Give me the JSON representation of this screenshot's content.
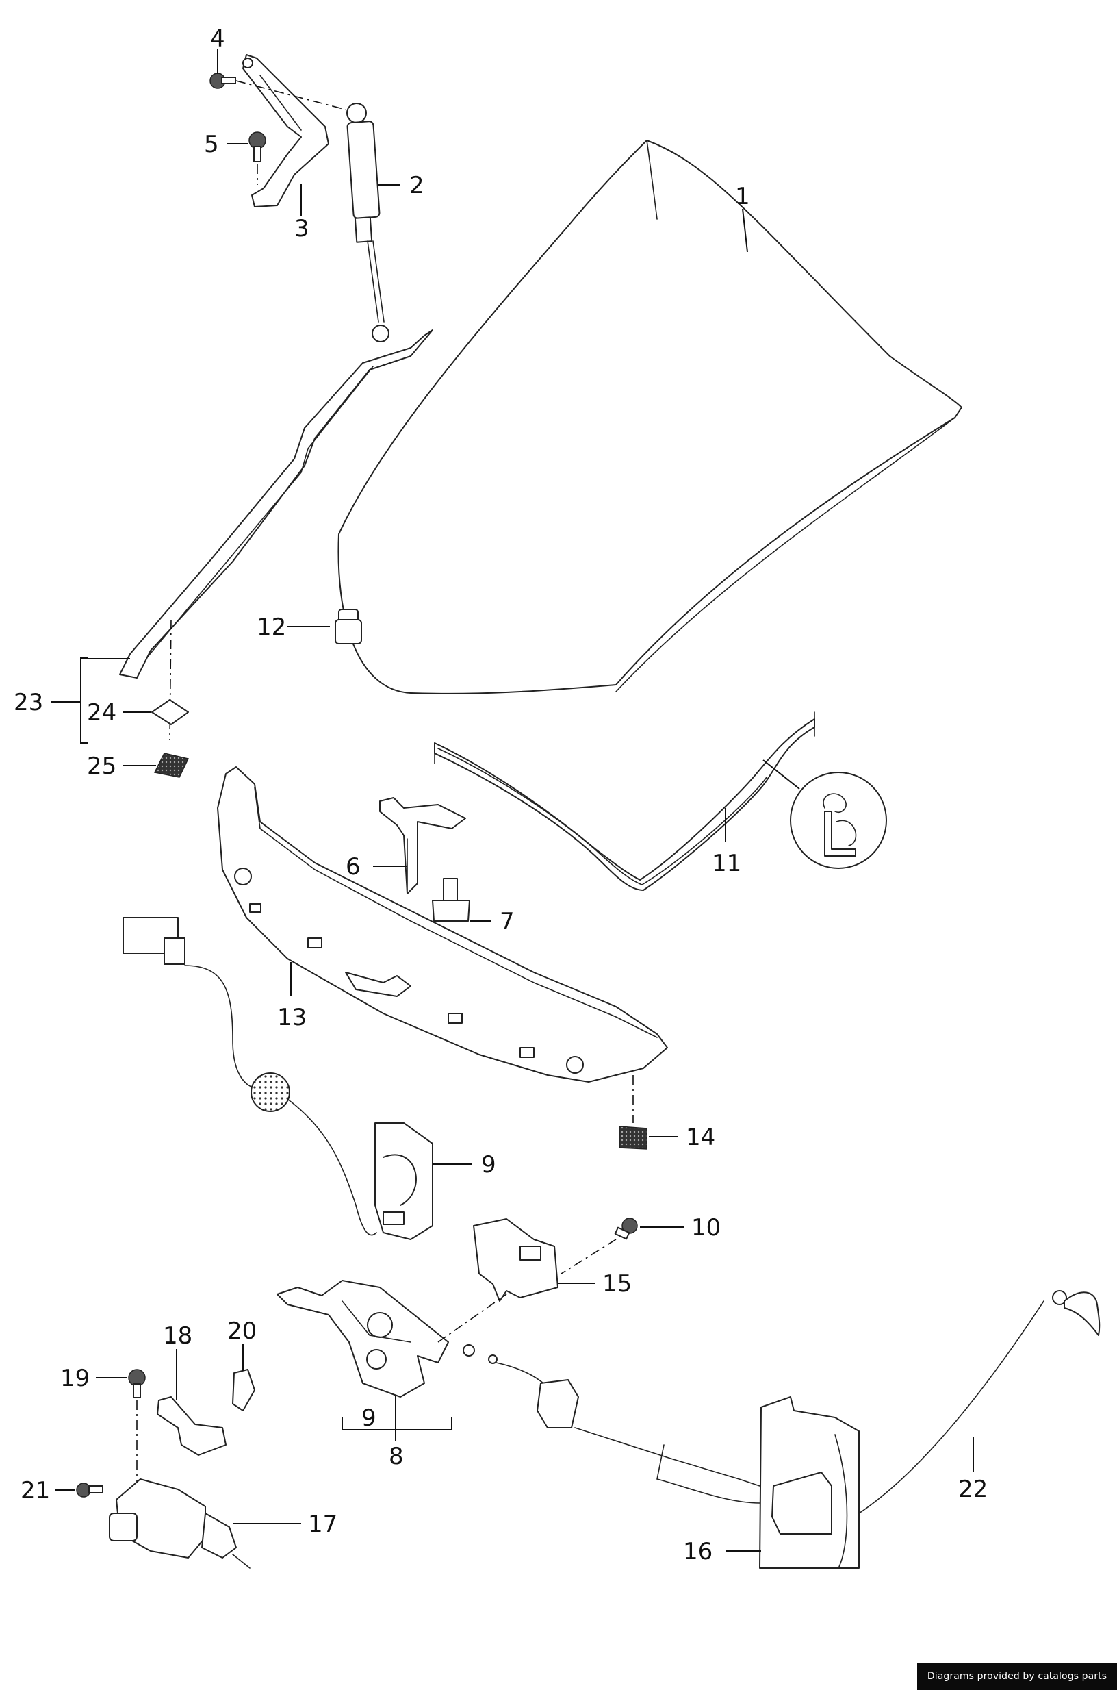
{
  "credit": "Diagrams provided by catalogs parts",
  "callouts": {
    "c1": "1",
    "c2": "2",
    "c3": "3",
    "c4": "4",
    "c5": "5",
    "c6": "6",
    "c7": "7",
    "c8": "8",
    "c9a": "9",
    "c9b": "9",
    "c10": "10",
    "c11": "11",
    "c12": "12",
    "c13": "13",
    "c14": "14",
    "c15": "15",
    "c16": "16",
    "c17": "17",
    "c18": "18",
    "c19": "19",
    "c20": "20",
    "c21": "21",
    "c22": "22",
    "c23": "23",
    "c24": "24",
    "c25": "25"
  }
}
